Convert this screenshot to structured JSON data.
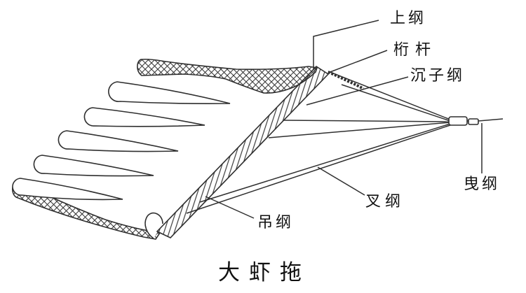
{
  "figure": {
    "caption": "大虾拖",
    "labels": {
      "shanggang": "上纲",
      "henggan": "桁杆",
      "chenzigang": "沉子纲",
      "yegang": "曳纲",
      "chagang": "叉纲",
      "diaogang": "吊纲"
    }
  },
  "colors": {
    "line": "#2f2f2f",
    "text": "#111111",
    "background": "#ffffff"
  }
}
